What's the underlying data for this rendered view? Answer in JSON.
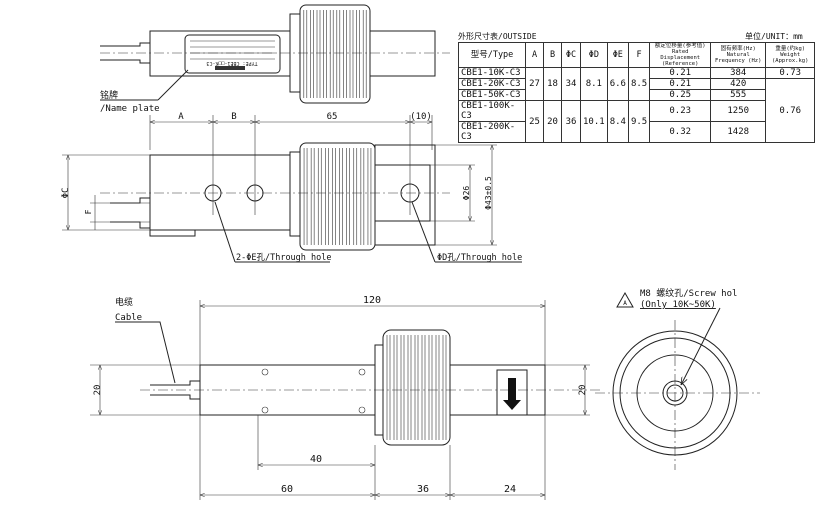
{
  "table": {
    "title": "外形尺寸表/OUTSIDE",
    "unit": "单位/UNIT：mm",
    "headers": {
      "type": "型号/Type",
      "a": "A",
      "b": "B",
      "c": "ΦC",
      "d": "ΦD",
      "e": "ΦE",
      "f": "F",
      "displacement": "额定位移量(参考值)",
      "displacement_en": "Rated Displacement (Reference)",
      "frequency": "固有频率(Hz)",
      "frequency_en": "Natural Frequency (Hz)",
      "weight": "重量(约kg)",
      "weight_en": "Weight (Approx.kg)"
    },
    "group1": {
      "a": "27",
      "b": "18",
      "c": "34",
      "d": "8.1",
      "e": "6.6",
      "f": "8.5"
    },
    "group2": {
      "a": "25",
      "b": "20",
      "c": "36",
      "d": "10.1",
      "e": "8.4",
      "f": "9.5"
    },
    "rows": [
      {
        "type": "CBE1-10K-C3",
        "displacement": "0.21",
        "frequency": "384",
        "weight": "0.73"
      },
      {
        "type": "CBE1-20K-C3",
        "displacement": "0.21",
        "frequency": "420"
      },
      {
        "type": "CBE1-50K-C3",
        "displacement": "0.25",
        "frequency": "555"
      },
      {
        "type": "CBE1-100K-C3",
        "displacement": "0.23",
        "frequency": "1250"
      },
      {
        "type": "CBE1-200K-C3",
        "displacement": "0.32",
        "frequency": "1428"
      }
    ],
    "weight_shared": "0.76"
  },
  "labels": {
    "nameplate_cn": "铭牌",
    "nameplate_en": "/Name plate",
    "nameplate_type": "TYPE: CBE1-□□K-C3",
    "through_hole_e": "2-ΦE孔/Through hole",
    "through_hole_d": "ΦD孔/Through hole",
    "cable_cn": "电缆",
    "cable_en": "Cable",
    "screw_hole": "M8 螺纹孔/Screw hol",
    "screw_note": "(Only 10K~50K)",
    "note_mark": "A"
  },
  "dimensions": {
    "a": "A",
    "b": "B",
    "d65": "65",
    "d10": "(10)",
    "phi_c": "ΦC",
    "f": "F",
    "phi26": "Φ26",
    "phi43": "Φ43±0.5",
    "d120": "120",
    "d20_left": "20",
    "d20_right": "20",
    "d40": "40",
    "d60": "60",
    "d36": "36",
    "d24": "24"
  }
}
